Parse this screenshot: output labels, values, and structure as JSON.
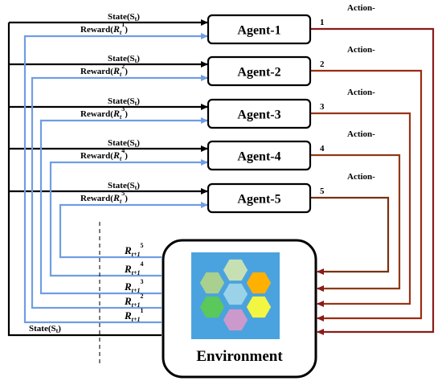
{
  "agents": [
    {
      "label": "Agent-1",
      "state_label": "State(S",
      "state_sub": "t",
      "reward_label": "Reward(",
      "reward_var": "R",
      "reward_sub": "t",
      "reward_sup": "1",
      "action_label": "Action-",
      "action_num": "1",
      "feedback_var": "R",
      "feedback_sub": "t+1",
      "feedback_sup": "1",
      "color": "#8b1a1a"
    },
    {
      "label": "Agent-2",
      "state_label": "State(S",
      "state_sub": "t",
      "reward_label": "Reward(",
      "reward_var": "R",
      "reward_sub": "t",
      "reward_sup": "2",
      "action_label": "Action-",
      "action_num": "2",
      "feedback_var": "R",
      "feedback_sub": "t+1",
      "feedback_sup": "2",
      "color": "#9b2c10"
    },
    {
      "label": "Agent-3",
      "state_label": "State(S",
      "state_sub": "t",
      "reward_label": "Reward(",
      "reward_var": "R",
      "reward_sub": "t",
      "reward_sup": "3",
      "action_label": "Action-",
      "action_num": "3",
      "feedback_var": "R",
      "feedback_sub": "t+1",
      "feedback_sup": "3",
      "color": "#9a3318"
    },
    {
      "label": "Agent-4",
      "state_label": "State(S",
      "state_sub": "t",
      "reward_label": "Reward(",
      "reward_var": "R",
      "reward_sub": "t",
      "reward_sup": "4",
      "action_label": "Action-",
      "action_num": "4",
      "feedback_var": "R",
      "feedback_sub": "t+1",
      "feedback_sup": "4",
      "color": "#8e3a14"
    },
    {
      "label": "Agent-5",
      "state_label": "State(S",
      "state_sub": "t",
      "reward_label": "Reward(",
      "reward_var": "R",
      "reward_sub": "t",
      "reward_sup": "5",
      "action_label": "Action-",
      "action_num": "5",
      "feedback_var": "R",
      "feedback_sub": "t+1",
      "feedback_sup": "5",
      "color": "#7a3010"
    }
  ],
  "environment": {
    "label": "Environment",
    "state_out_label": "State(S",
    "state_out_sub": "t",
    "image_bg": "#4aa3df",
    "hex_colors": [
      "#a9d08e",
      "#c6e0b4",
      "#8fcf7a",
      "#9ad2e8",
      "#ffb000",
      "#5ac85a",
      "#f2f542",
      "#cc99cc"
    ]
  },
  "colors": {
    "state": "#000000",
    "reward": "#6f9ee3",
    "action": "#8b1a1a"
  }
}
